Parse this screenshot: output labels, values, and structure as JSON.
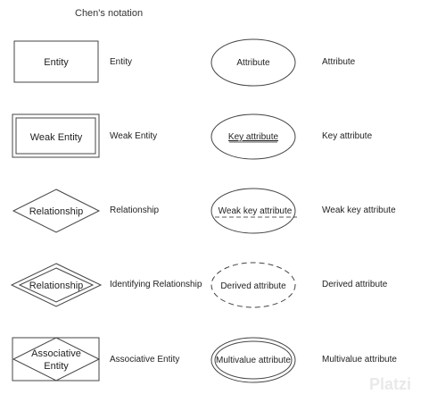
{
  "title": "Chen's notation",
  "watermark": "Platzi",
  "rows": [
    {
      "shape_text": "Entity",
      "shape_label": "Entity",
      "attr_text": "Attribute",
      "attr_label": "Attribute"
    },
    {
      "shape_text": "Weak Entity",
      "shape_label": "Weak Entity",
      "attr_text": "Key attribute",
      "attr_label": "Key attribute"
    },
    {
      "shape_text": "Relationship",
      "shape_label": "Relationship",
      "attr_text": "Weak key attribute",
      "attr_label": "Weak key attribute"
    },
    {
      "shape_text": "Relationship",
      "shape_label": "Identifying Relationship",
      "attr_text": "Derived attribute",
      "attr_label": "Derived attribute"
    },
    {
      "shape_text_line1": "Associative",
      "shape_text_line2": "Entity",
      "shape_label": "Associative Entity",
      "attr_text": "Multivalue attribute",
      "attr_label": "Multivalue attribute"
    }
  ]
}
